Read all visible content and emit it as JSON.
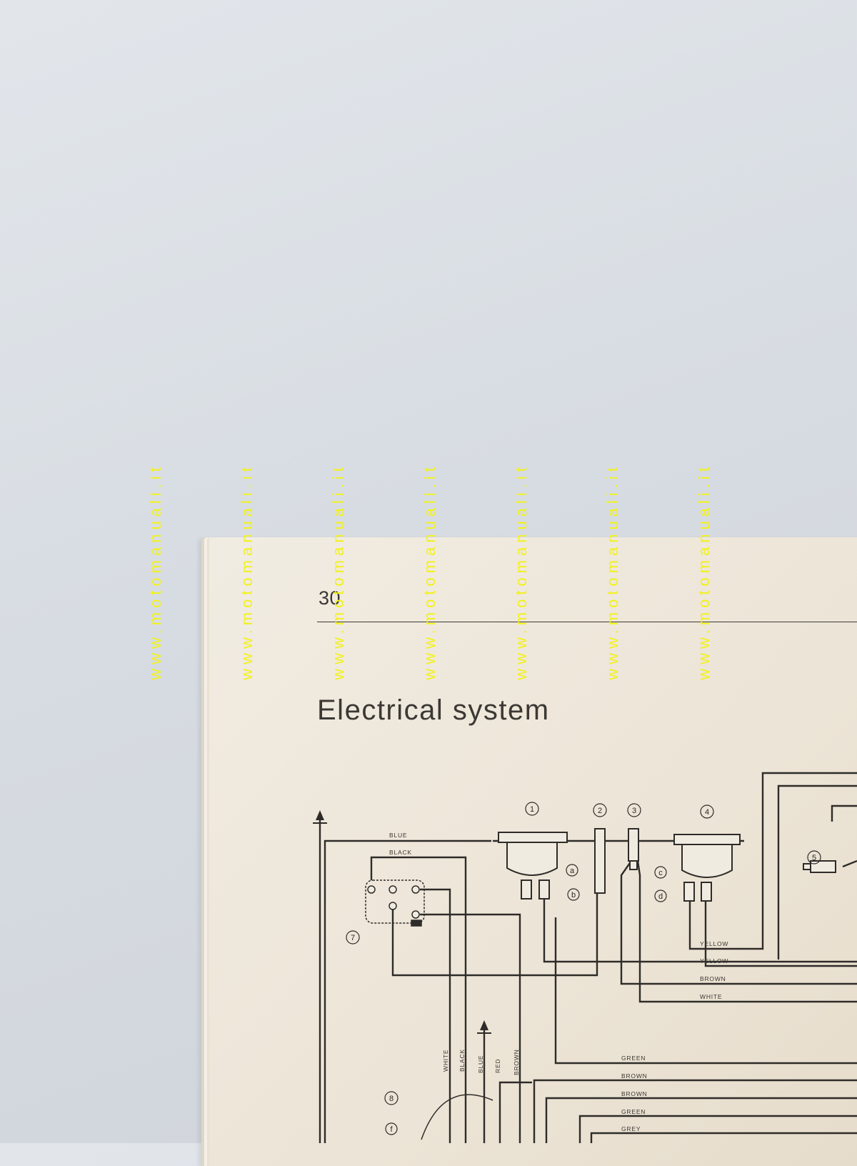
{
  "page": {
    "number": "30",
    "title": "Electrical system"
  },
  "watermark": {
    "text": "www.motomanuali.it",
    "color": "#f2f21a"
  },
  "diagram": {
    "callouts": [
      "1",
      "2",
      "3",
      "4",
      "5",
      "7",
      "8"
    ],
    "terminals": [
      "a",
      "b",
      "c",
      "d",
      "f"
    ],
    "wire_labels_horizontal": [
      "BLUE",
      "BLACK",
      "YELLOW",
      "YELLOW",
      "BROWN",
      "WHITE",
      "GREEN",
      "BROWN",
      "BROWN",
      "GREEN",
      "GREY"
    ],
    "wire_labels_vertical": [
      "WHITE",
      "BLACK",
      "BLUE",
      "RED",
      "BROWN"
    ]
  }
}
